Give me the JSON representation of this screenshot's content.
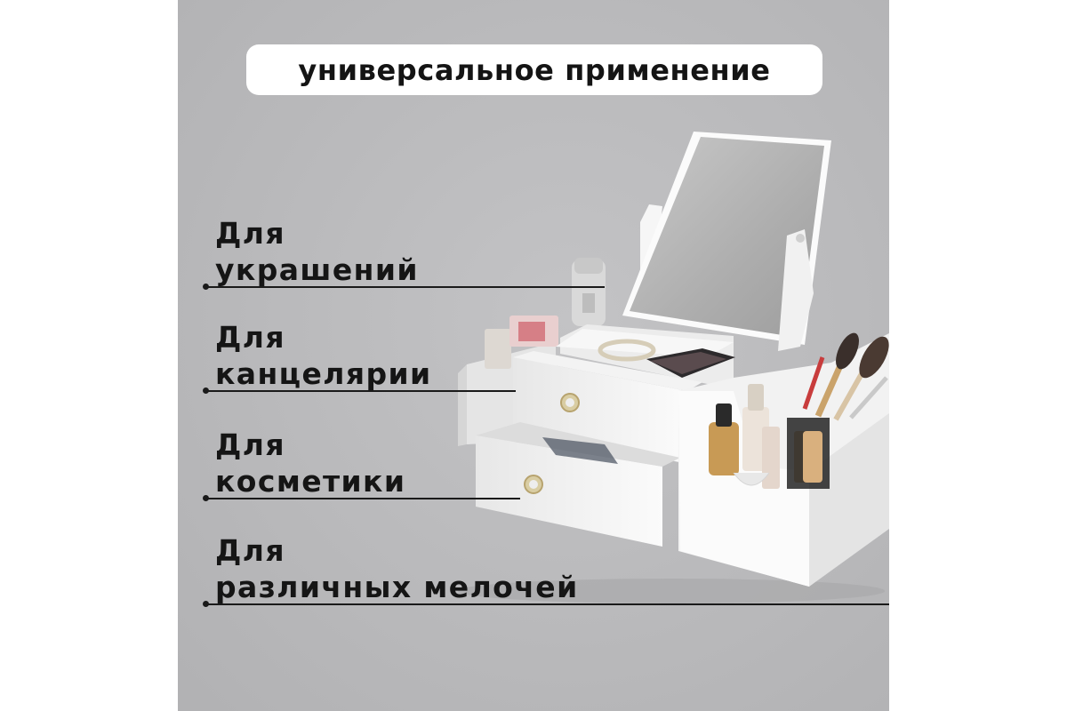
{
  "title": "универсальное применение",
  "uses": [
    {
      "lines": [
        "Для",
        "украшений"
      ]
    },
    {
      "lines": [
        "Для",
        "канцелярии"
      ]
    },
    {
      "lines": [
        "Для",
        "косметики"
      ]
    },
    {
      "lines": [
        "Для",
        "различных мелочей"
      ]
    }
  ],
  "colors": {
    "background": "#b9b9bb",
    "pill": "#ffffff",
    "text": "#151515",
    "organizer": "#f4f4f4",
    "mirror": "#b5b5b5"
  }
}
